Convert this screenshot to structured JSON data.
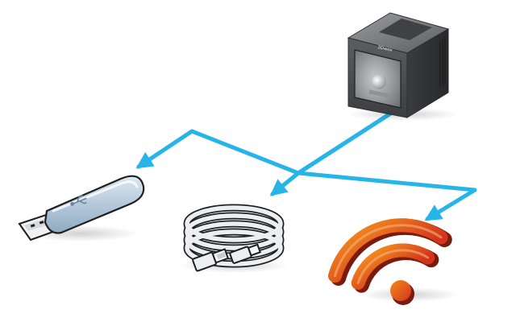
{
  "diagram": {
    "printer": {
      "icon": "3d-printer-icon",
      "brand_text": "3Dwox"
    },
    "connections": [
      {
        "name": "usb-flash-drive",
        "icon": "usb-flash-drive-icon"
      },
      {
        "name": "usb-cable",
        "icon": "usb-cable-icon"
      },
      {
        "name": "wifi",
        "icon": "wifi-icon"
      }
    ],
    "colors": {
      "connector": "#27B5E8",
      "printer_body": "#4A4C50",
      "usb_drive_body": "#B9CFE3",
      "cable": "#E9EBEE",
      "wifi": "#E24A1E"
    }
  }
}
